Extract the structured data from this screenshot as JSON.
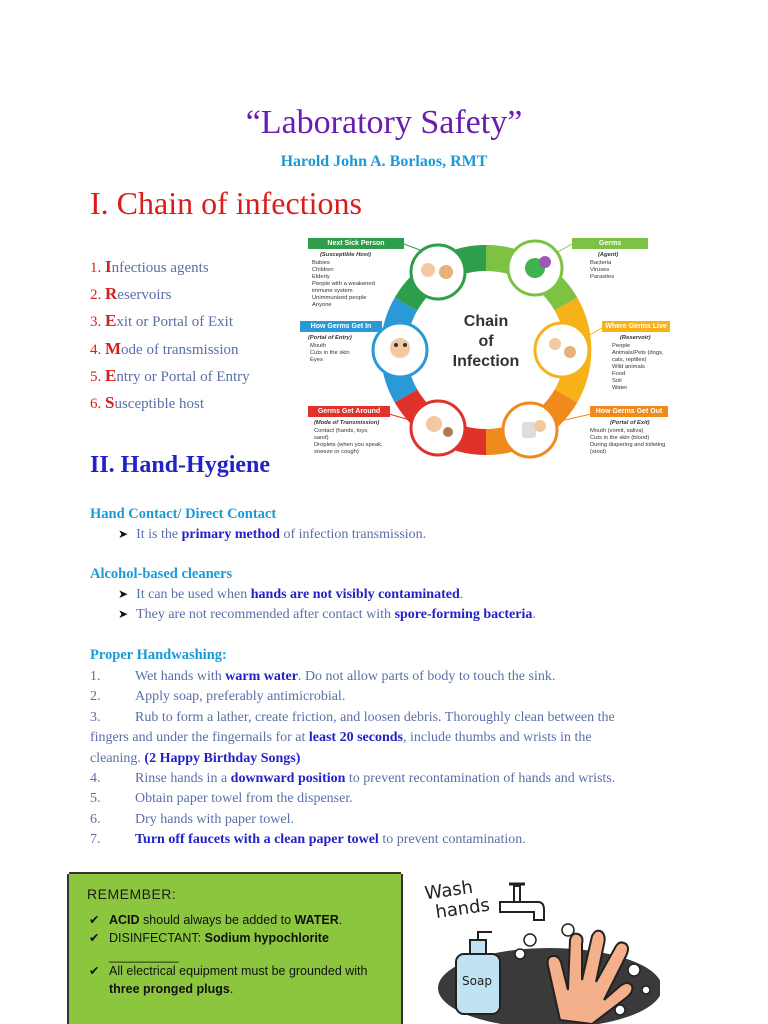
{
  "title": "“Laboratory Safety”",
  "author": "Harold John A. Borlaos, RMT",
  "section1": {
    "heading": "I. Chain of infections",
    "items": [
      {
        "num": "1.",
        "cap": "I",
        "rest": "nfectious agents"
      },
      {
        "num": "2.",
        "cap": "R",
        "rest": "eservoirs"
      },
      {
        "num": "3.",
        "cap": "E",
        "rest": "xit or Portal of Exit"
      },
      {
        "num": "4.",
        "cap": "M",
        "rest": "ode of transmission"
      },
      {
        "num": "5.",
        "cap": "E",
        "rest": "ntry or Portal of Entry"
      },
      {
        "num": "6.",
        "cap": "S",
        "rest": "usceptible host"
      }
    ]
  },
  "diagram": {
    "center1": "Chain",
    "center2": "of",
    "center3": "Infection",
    "next_sick": {
      "tag": "Next Sick Person",
      "sub": "(Susceptible Host)",
      "list": [
        "Babies",
        "Children",
        "Elderly",
        "People with a weakened immune system",
        "Unimmunized people",
        "Anyone"
      ]
    },
    "germs": {
      "tag": "Germs",
      "sub": "(Agent)",
      "list": [
        "Bacteria",
        "Viruses",
        "Parasites"
      ]
    },
    "where_live": {
      "tag": "Where Germs Live",
      "sub": "(Reservoir)",
      "list": [
        "People",
        "Animals/Pets (dogs, cats, reptiles)",
        "Wild animals",
        "Food",
        "Soil",
        "Water"
      ]
    },
    "get_out": {
      "tag": "How Germs Get Out",
      "sub": "(Portal of Exit)",
      "list": [
        "Mouth (vomit, saliva)",
        "Cuts in the skin (blood)",
        "During diapering and toileting (stool)"
      ]
    },
    "get_around": {
      "tag": "Germs Get Around",
      "sub": "(Mode of Transmission)",
      "list": [
        "Contact (hands, toys, sand)",
        "Droplets (when you speak, sneeze or cough)"
      ]
    },
    "get_in": {
      "tag": "How Germs Get In",
      "sub": "(Portal of Entry)",
      "list": [
        "Mouth",
        "Cuts in the skin",
        "Eyes"
      ]
    }
  },
  "section2": {
    "heading": "II. Hand-Hygiene",
    "contact_heading": "Hand Contact/ Direct Contact",
    "contact_1a": "It is the ",
    "contact_1b": "primary method",
    "contact_1c": " of infection transmission.",
    "alcohol_heading": "Alcohol-based cleaners",
    "alcohol_1a": "It can be used when ",
    "alcohol_1b": "hands are not visibly contaminated",
    "alcohol_1c": ".",
    "alcohol_2a": "They are not recommended after contact with ",
    "alcohol_2b": "spore-forming bacteria",
    "alcohol_2c": ".",
    "wash_heading": "Proper Handwashing:",
    "steps": {
      "s1n": "1.",
      "s1a": "Wet hands with ",
      "s1b": "warm water",
      "s1c": ". Do not allow parts of body to touch the sink.",
      "s2n": "2.",
      "s2a": "Apply soap, preferably antimicrobial.",
      "s3n": "3.",
      "s3a": "Rub to form a lather, create friction, and loosen debris. Thoroughly clean between the",
      "s3b": "fingers and under the fingernails for at ",
      "s3c": "least 20 seconds",
      "s3d": ", include thumbs and wrists in the",
      "s3e": "cleaning. ",
      "s3f": "(2 Happy Birthday Songs)",
      "s4n": "4.",
      "s4a": "Rinse hands in a ",
      "s4b": "downward position",
      "s4c": " to prevent recontamination of hands and wrists.",
      "s5n": "5.",
      "s5a": "Obtain paper towel from the dispenser.",
      "s6n": "6.",
      "s6a": "Dry hands with paper towel.",
      "s7n": "7.",
      "s7a": "Turn off faucets with a clean paper towel",
      "s7b": " to prevent contamination."
    }
  },
  "remember": {
    "heading": "REMEMBER:",
    "i1a": "ACID",
    "i1b": " should always be added to ",
    "i1c": "WATER",
    "i1d": ".",
    "i2a": "DISINFECTANT: ",
    "i2b": "Sodium hypochlorite",
    "i2c": "__________",
    "i3a": "All electrical equipment must be grounded with ",
    "i3b": "three pronged plugs",
    "i3c": ".",
    "check": "✔"
  },
  "wash_image": {
    "line1": "Wash",
    "line2": "hands",
    "soap": "Soap"
  },
  "colors": {
    "title": "#6a1bb0",
    "accent_blue": "#1a9ad6",
    "red": "#d91c1c",
    "bold_blue": "#2222c8",
    "remember_bg": "#8cc63f"
  }
}
